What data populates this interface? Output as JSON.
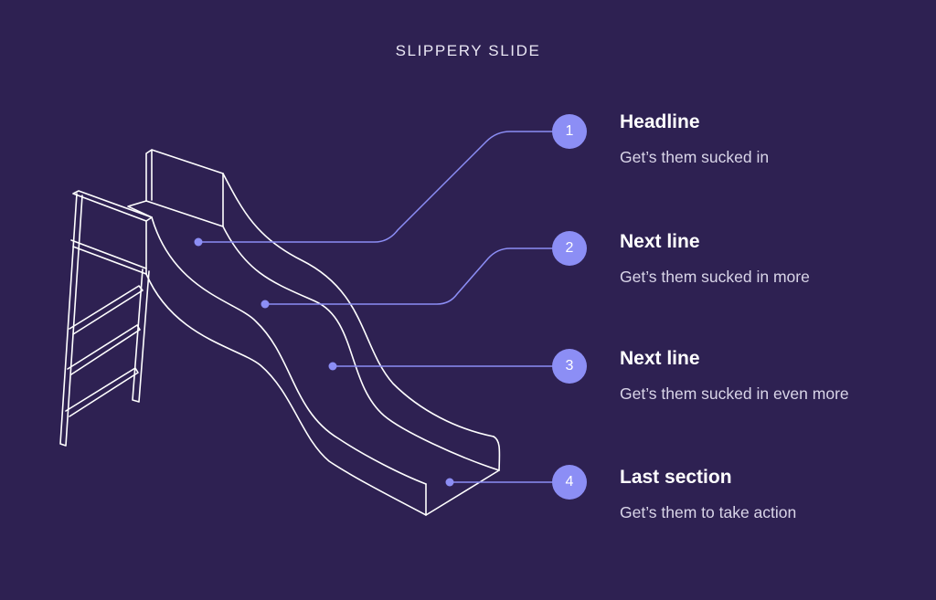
{
  "title": "SLIPPERY SLIDE",
  "steps": [
    {
      "number": "1",
      "headline": "Headline",
      "text": "Get’s them sucked in"
    },
    {
      "number": "2",
      "headline": "Next line",
      "text": "Get’s them sucked in more"
    },
    {
      "number": "3",
      "headline": "Next line",
      "text": "Get’s them sucked in even more"
    },
    {
      "number": "4",
      "headline": "Last section",
      "text": "Get’s them to take action"
    }
  ],
  "colors": {
    "background": "#2e2152",
    "accent": "#8c8ef5",
    "line_art": "#ffffff"
  }
}
